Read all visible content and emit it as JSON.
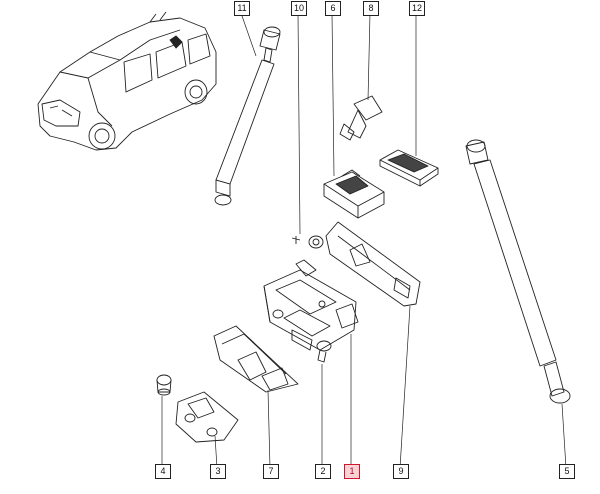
{
  "callouts": [
    {
      "id": "11",
      "label": "11"
    },
    {
      "id": "10",
      "label": "10"
    },
    {
      "id": "6",
      "label": "6"
    },
    {
      "id": "8",
      "label": "8"
    },
    {
      "id": "12",
      "label": "12"
    },
    {
      "id": "4",
      "label": "4"
    },
    {
      "id": "3",
      "label": "3"
    },
    {
      "id": "7",
      "label": "7"
    },
    {
      "id": "2",
      "label": "2"
    },
    {
      "id": "1",
      "label": "1",
      "highlighted": true
    },
    {
      "id": "9",
      "label": "9"
    },
    {
      "id": "5",
      "label": "5"
    }
  ],
  "colors": {
    "highlight_border": "#d0142a",
    "highlight_fill": "#fbd3d7",
    "line": "#222222"
  }
}
